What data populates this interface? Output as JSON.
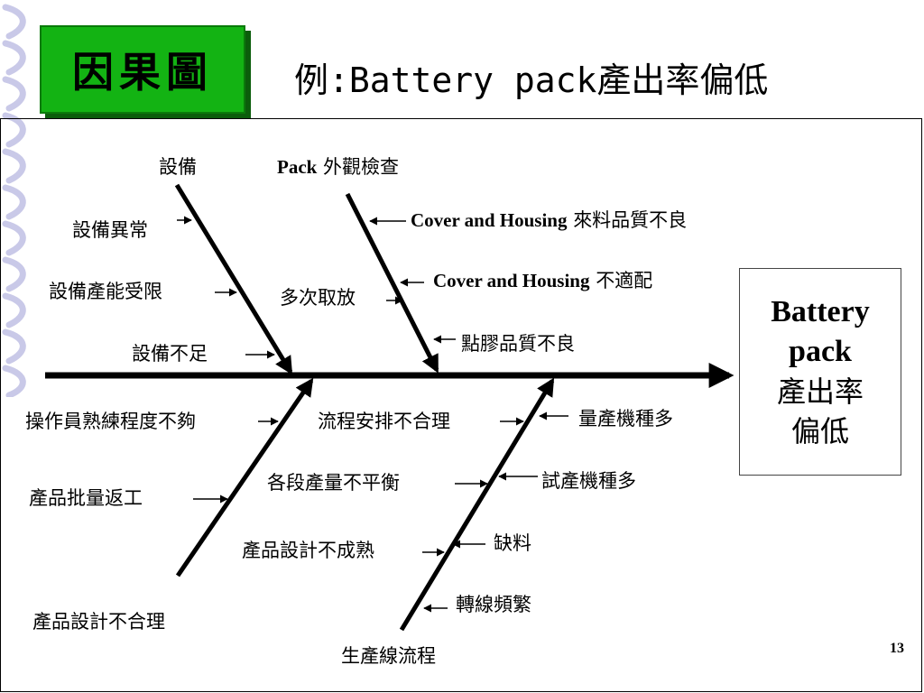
{
  "header": {
    "badge": "因果圖",
    "title": "例:Battery pack產出率偏低"
  },
  "effect": {
    "line1": "Battery",
    "line2": "pack",
    "line3": "產出率",
    "line4": "偏低"
  },
  "categories": {
    "equipment": "設備",
    "inspection_prefix": "Pack",
    "inspection_suffix": "外觀檢查",
    "operator": "產品設計不合理",
    "production_line": "生產線流程"
  },
  "causes": {
    "equipment_abnormal": "設備異常",
    "capacity_limited": "設備產能受限",
    "equipment_insufficient": "設備不足",
    "cover_quality_en": "Cover and Housing",
    "cover_quality_zh": "來料品質不良",
    "cover_mismatch_en": "Cover and Housing",
    "cover_mismatch_zh": "不適配",
    "multiple_handling": "多次取放",
    "glue_quality": "點膠品質不良",
    "operator_skill": "操作員熟練程度不夠",
    "batch_rework": "產品批量返工",
    "process_arrangement": "流程安排不合理",
    "mass_models": "量產機種多",
    "stage_imbalance": "各段產量不平衡",
    "trial_models": "試產機種多",
    "design_immature": "產品設計不成熟",
    "material_shortage": "缺料",
    "frequent_changeover": "轉線頻繁"
  },
  "page_number": "13"
}
